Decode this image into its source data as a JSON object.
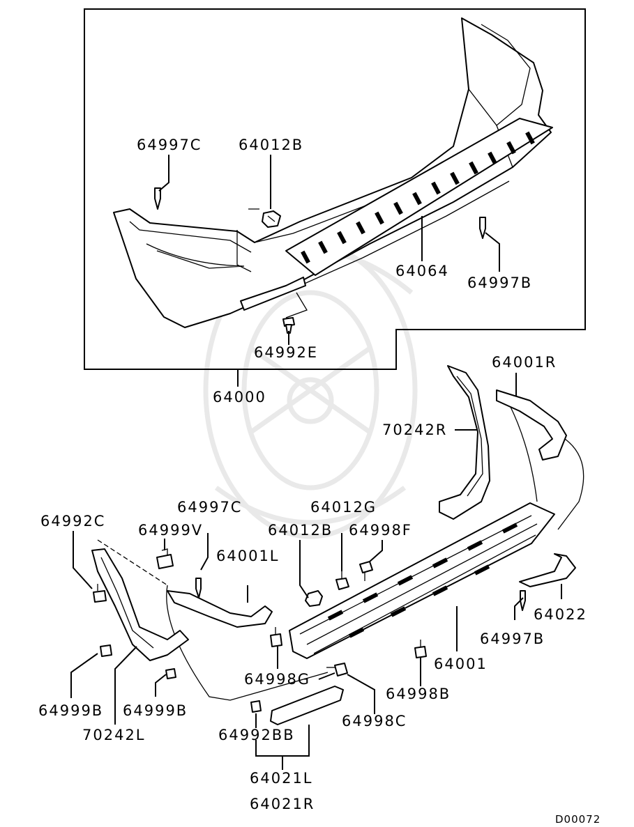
{
  "diagram": {
    "title": "",
    "drawing_code": "D00072",
    "assembly": {
      "top_group_label": "64000",
      "top_group_parts": [
        "64997C",
        "64012B",
        "64064",
        "64997B",
        "64992E"
      ]
    },
    "labels": {
      "p64997C_top": "64997C",
      "p64012B_top": "64012B",
      "p64064": "64064",
      "p64997B_top": "64997B",
      "p64992E": "64992E",
      "p64000": "64000",
      "p64001R": "64001R",
      "p70242R": "70242R",
      "p64992C": "64992C",
      "p64997C_bot": "64997C",
      "p64999V": "64999V",
      "p64012G": "64012G",
      "p64012B_bot": "64012B",
      "p64998F": "64998F",
      "p64001L": "64001L",
      "p64022": "64022",
      "p64997B_bot": "64997B",
      "p64001": "64001",
      "p64998G": "64998G",
      "p64998B": "64998B",
      "p64999B_left": "64999B",
      "p64999B_right": "64999B",
      "p70242L": "70242L",
      "p64998C": "64998C",
      "p64992BB": "64992BB",
      "p64021L": "64021L",
      "p64021R": "64021R"
    }
  }
}
